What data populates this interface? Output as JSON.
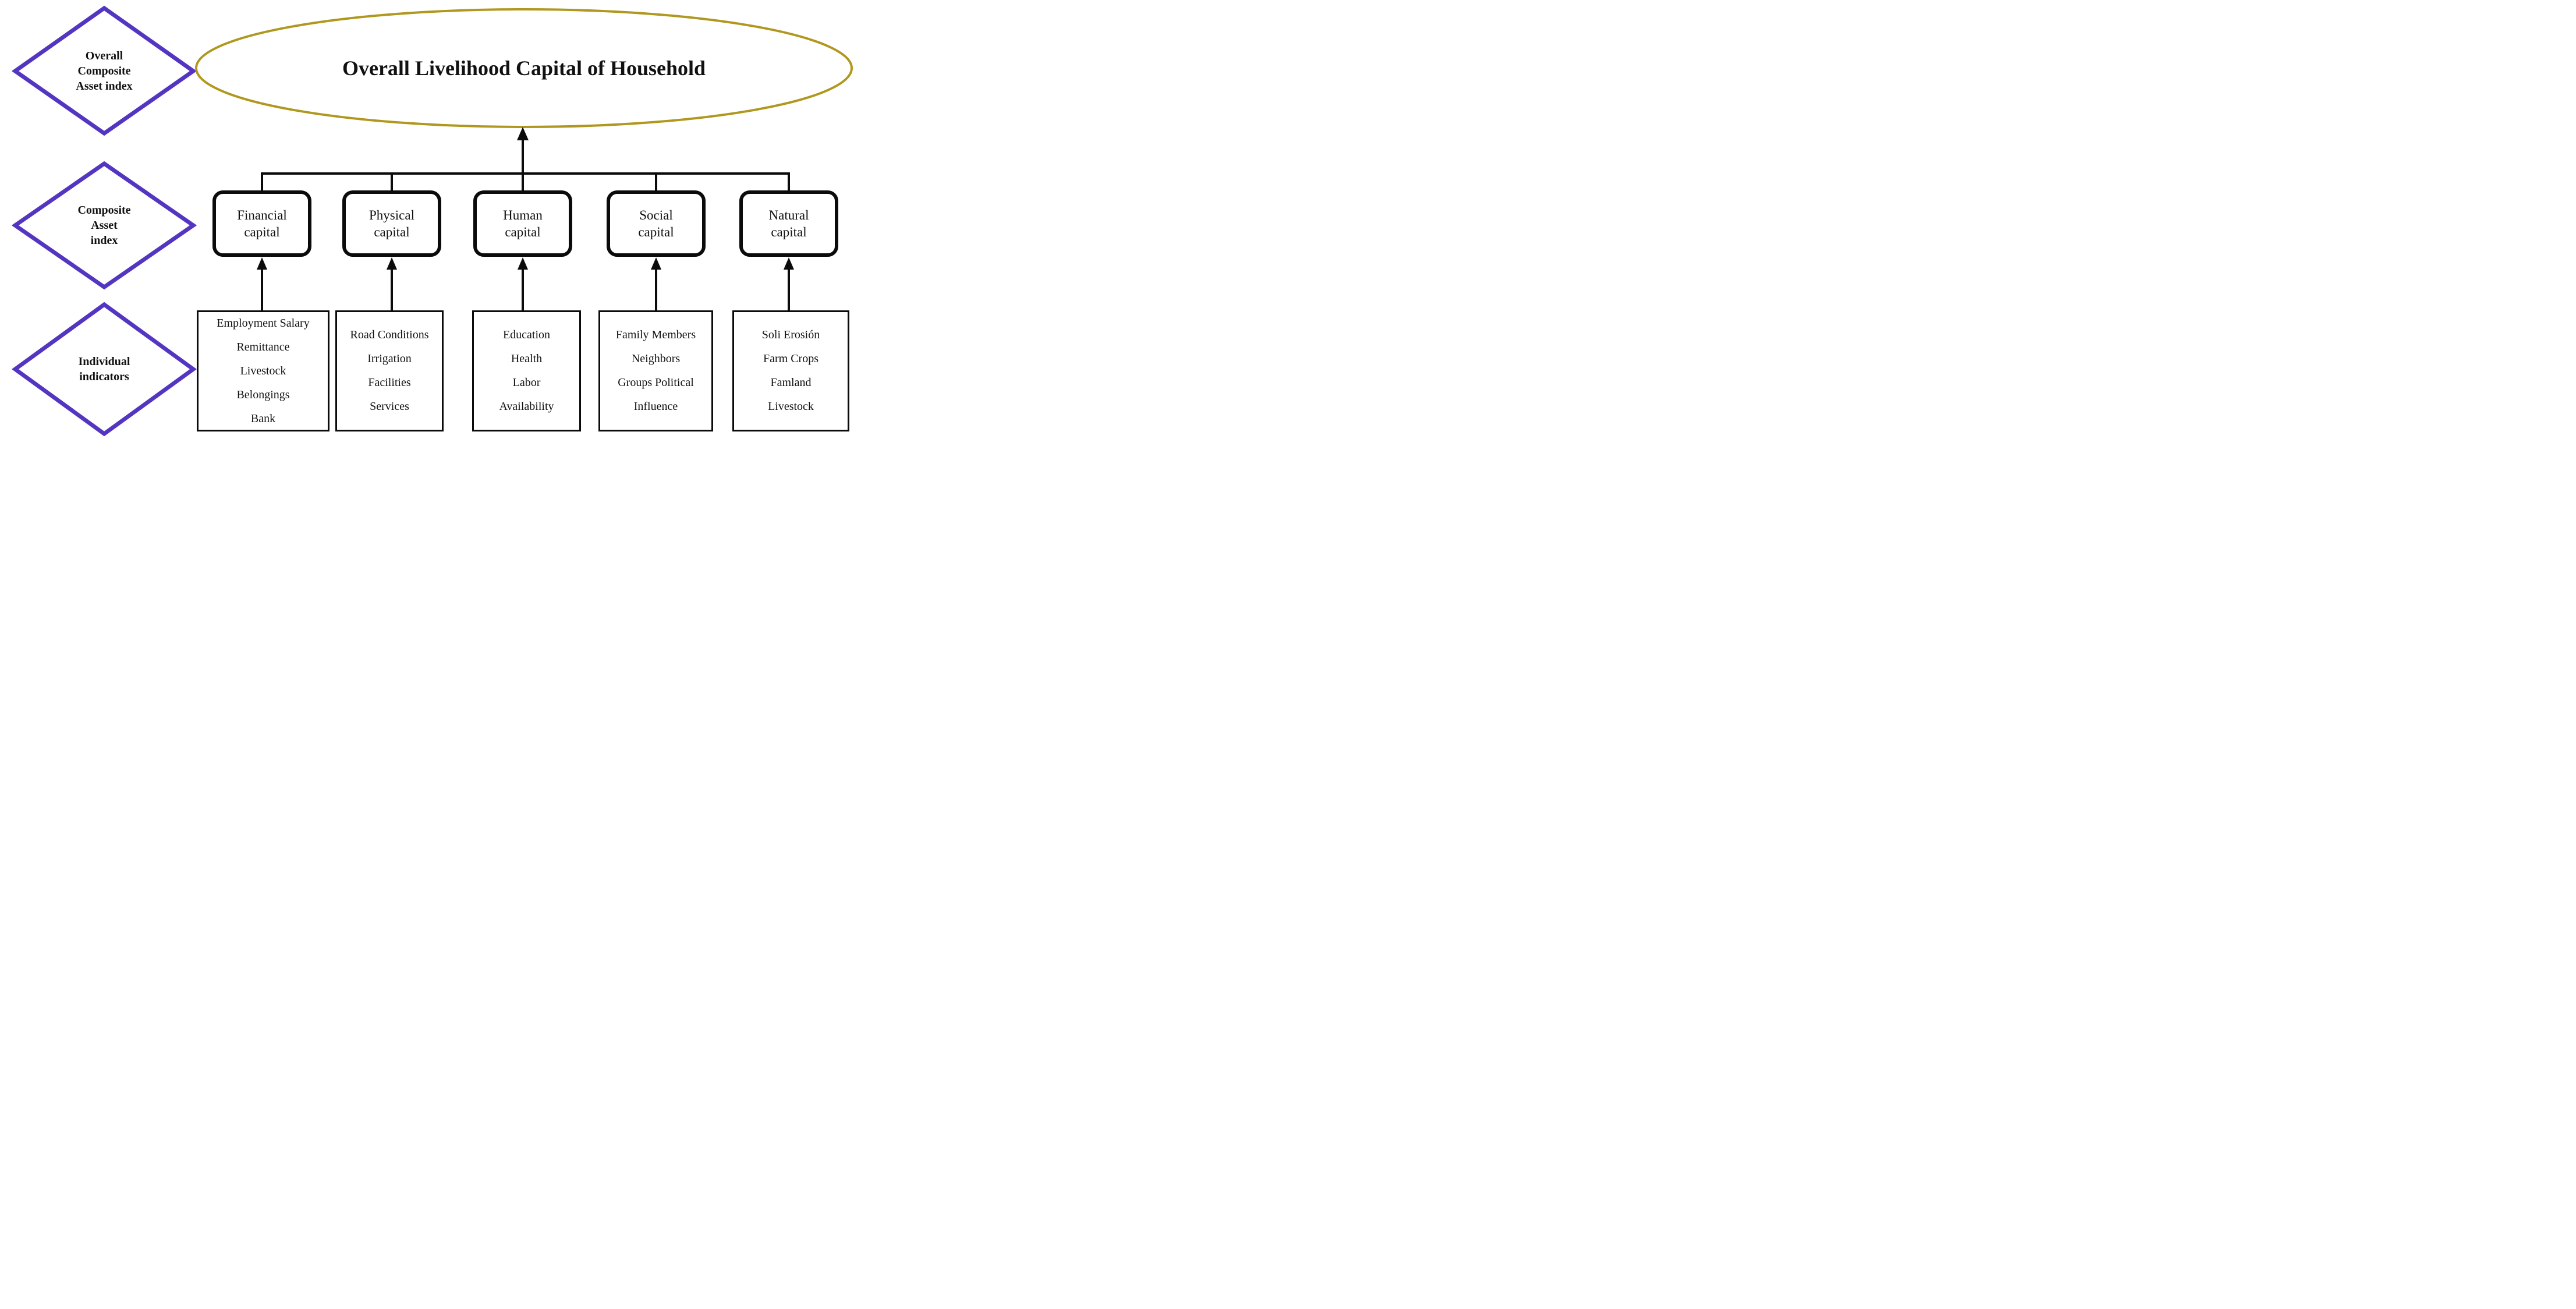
{
  "diagram": {
    "row_labels": [
      {
        "label": "Overall\nComposite\nAsset index"
      },
      {
        "label": "Composite\nAsset\nindex"
      },
      {
        "label": "Individual\nindicators"
      }
    ],
    "root": {
      "label": "Overall Livelihood Capital of Household"
    },
    "capitals": [
      {
        "label": "Financial\ncapital"
      },
      {
        "label": "Physical\ncapital"
      },
      {
        "label": "Human\ncapital"
      },
      {
        "label": "Social\ncapital"
      },
      {
        "label": "Natural\ncapital"
      }
    ],
    "indicators": [
      {
        "items": [
          "Employment Salary",
          "Remittance",
          "Livestock",
          "Belongings",
          "Bank"
        ]
      },
      {
        "items": [
          "Road Conditions",
          "Irrigation",
          "Facilities",
          "Services"
        ]
      },
      {
        "items": [
          "Education",
          "Health",
          "Labor",
          "Availability"
        ]
      },
      {
        "items": [
          "Family Members",
          "Neighbors",
          "Groups Political",
          "Influence"
        ]
      },
      {
        "items": [
          "Soli Erosión",
          "Farm Crops",
          "Famland",
          "Livestock"
        ]
      }
    ],
    "colors": {
      "diamond_purple": "#5335c2",
      "ellipse_gold": "#b0981f",
      "line_black": "#0b0b0b"
    }
  }
}
